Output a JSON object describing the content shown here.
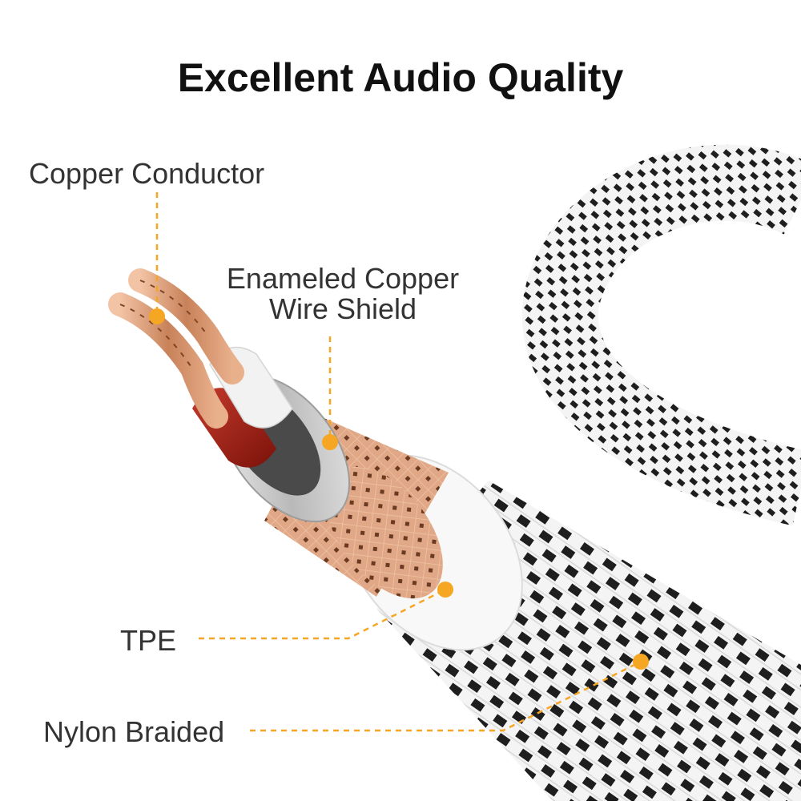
{
  "title": "Excellent Audio Quality",
  "labels": {
    "copper_conductor": "Copper Conductor",
    "enameled_line1": "Enameled Copper",
    "enameled_line2": "Wire Shield",
    "tpe": "TPE",
    "nylon": "Nylon Braided"
  },
  "colors": {
    "accent": "#f5a623",
    "text": "#333333",
    "copper": "#c8825a",
    "red_insulation": "#a51d12",
    "braid_dark": "#222222",
    "braid_light": "#f2f2f2"
  }
}
